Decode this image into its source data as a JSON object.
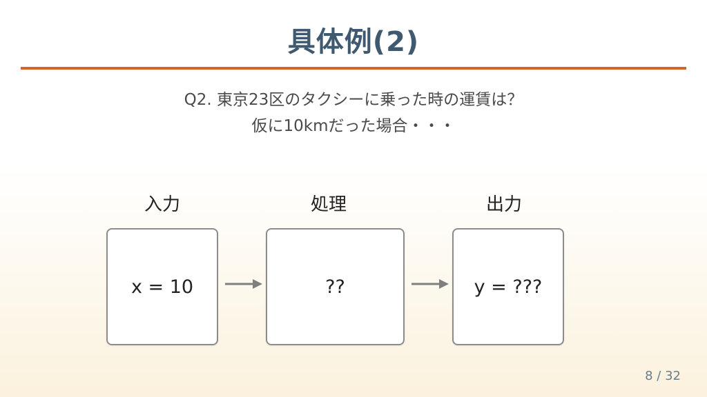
{
  "slide": {
    "title": "具体例(2)",
    "question_line1": "Q2. 東京23区のタクシーに乗った時の運賃は？",
    "question_line2": "仮に10kmだった場合・・・",
    "page_number": "8 / 32"
  },
  "diagram": {
    "stages": [
      {
        "label": "入力",
        "content": "x = 10"
      },
      {
        "label": "処理",
        "content": "??"
      },
      {
        "label": "出力",
        "content": "y = ???"
      }
    ],
    "accent_color": "#d4632c",
    "arrow_color": "#7f7f7f"
  }
}
